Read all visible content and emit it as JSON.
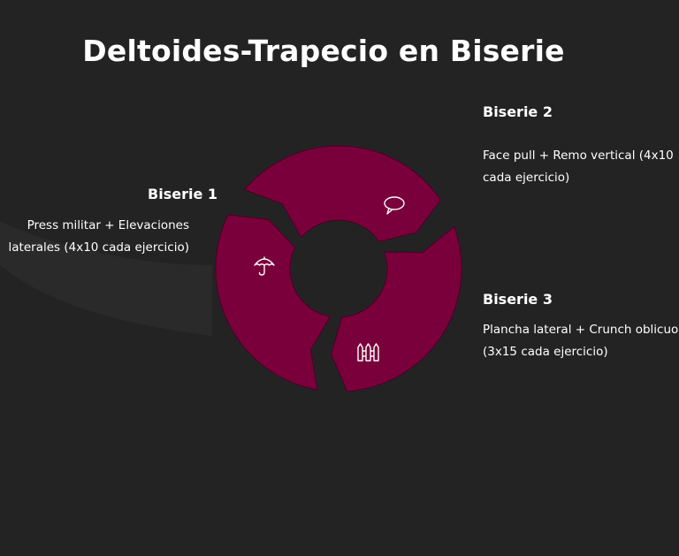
{
  "title": "Deltoides-Trapecio en Biserie",
  "colors": {
    "background": "#242323",
    "segment_fill": "#7a003c",
    "segment_stroke": "#4a0024",
    "text": "#ffffff"
  },
  "steps": [
    {
      "heading": "Biserie 1",
      "lines": [
        "Press militar + Elevaciones",
        "laterales (4x10 cada ejercicio)"
      ],
      "icon": "umbrella-icon"
    },
    {
      "heading": "Biserie 2",
      "lines": [
        "Face pull + Remo vertical (4x10",
        "cada ejercicio)"
      ],
      "icon": "speech-bubble-icon"
    },
    {
      "heading": "Biserie 3",
      "lines": [
        "Plancha lateral + Crunch oblicuo",
        "(3x15 cada ejercicio)"
      ],
      "icon": "fence-icon"
    }
  ]
}
